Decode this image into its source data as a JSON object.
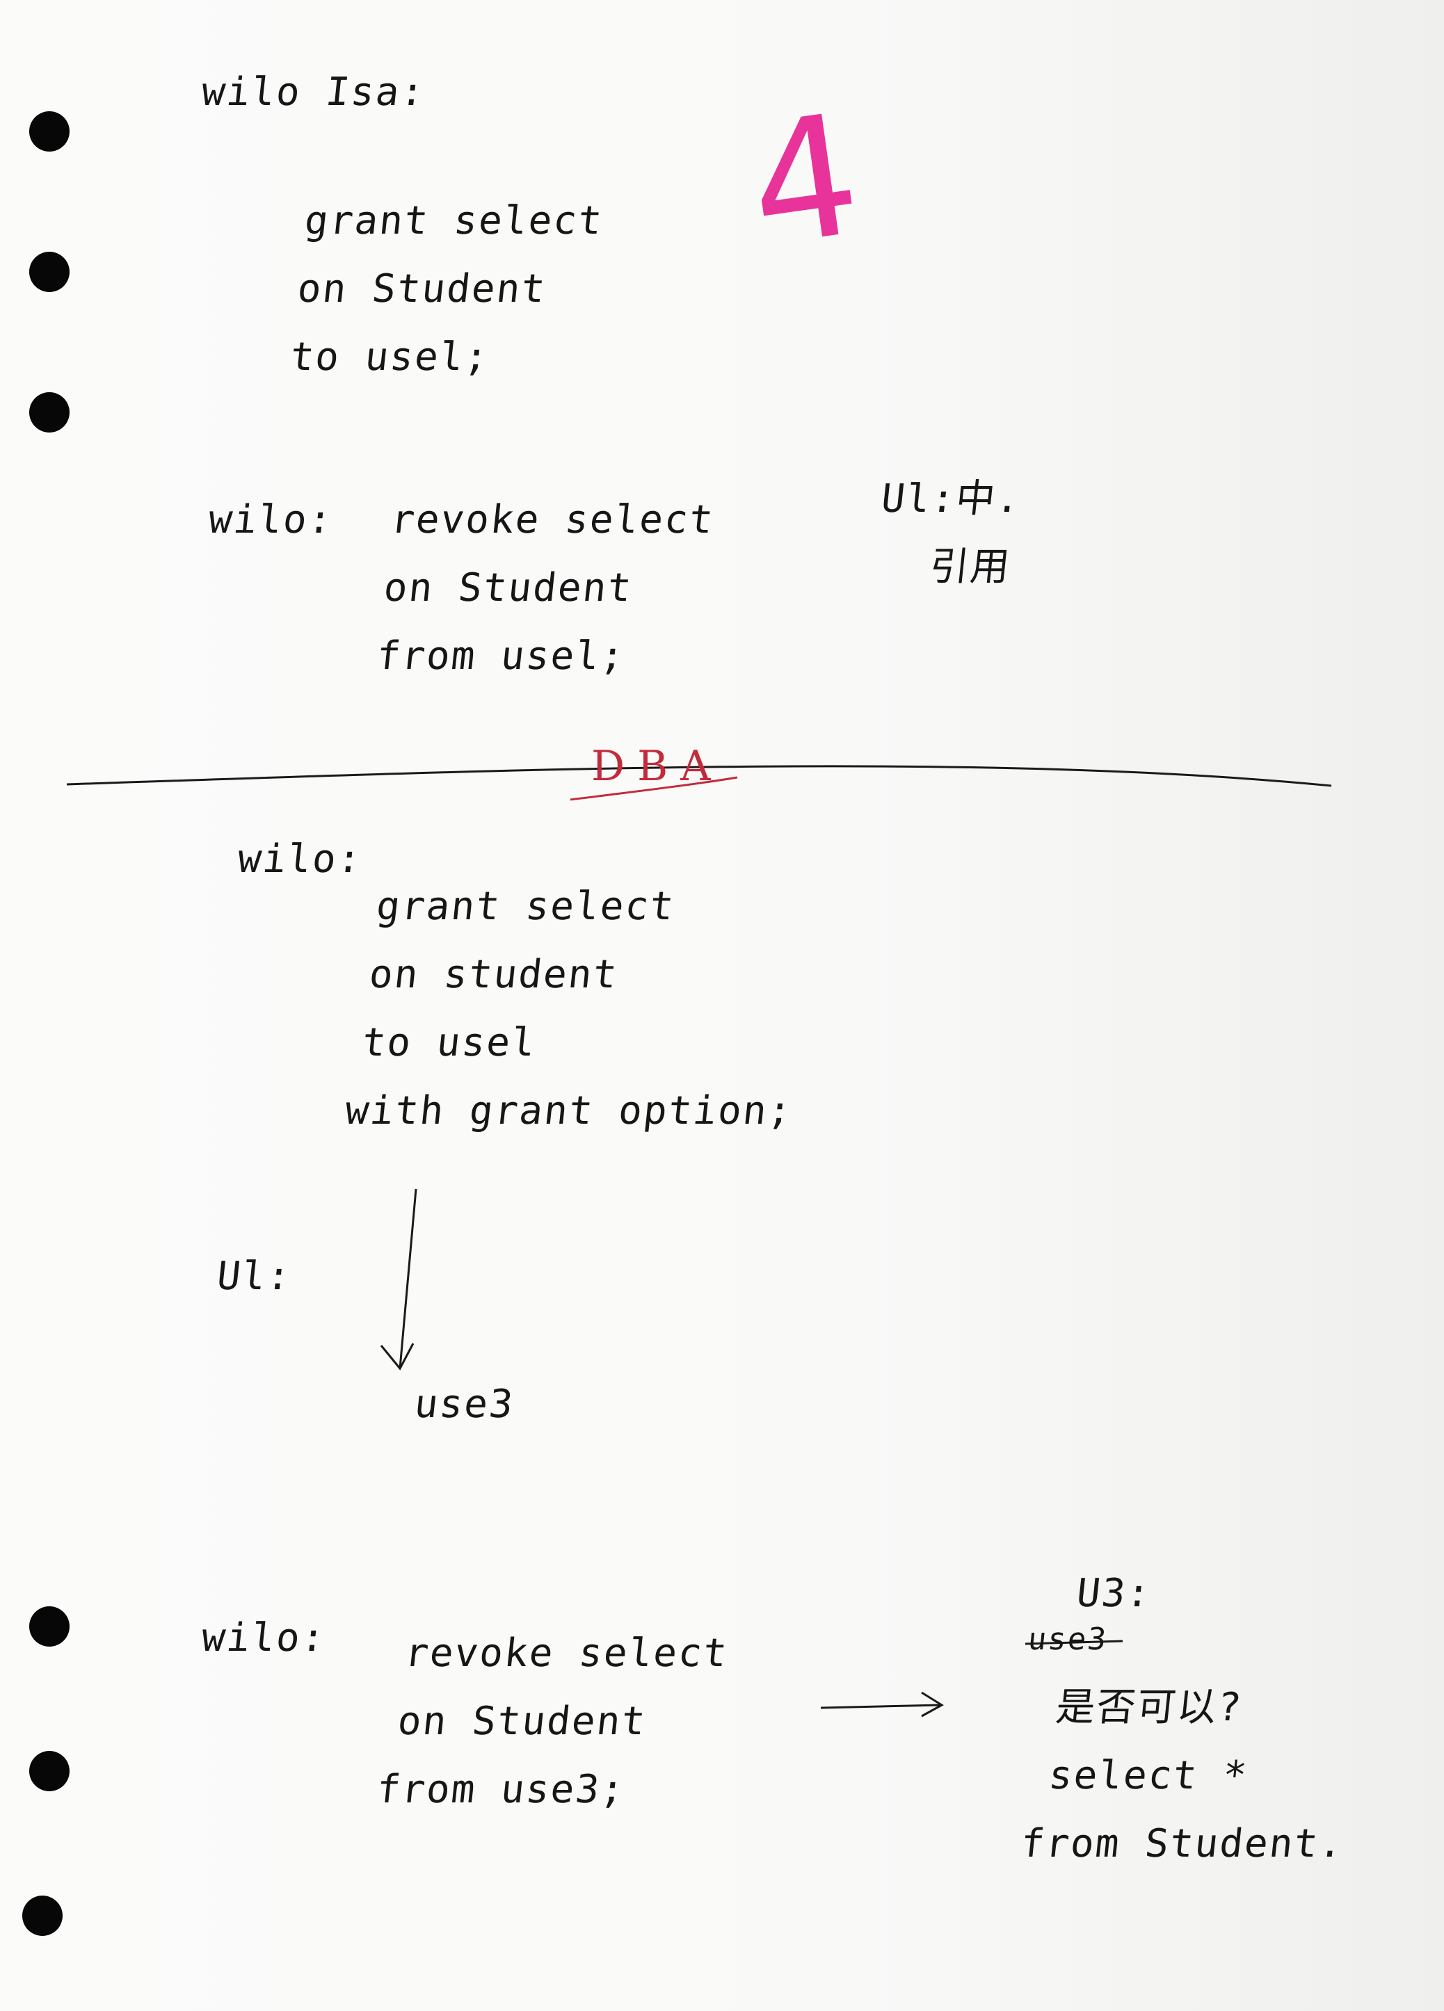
{
  "top_section": {
    "label": "wilo Isa:",
    "statement": [
      "grant select",
      "on Student",
      "to usel;"
    ]
  },
  "page_number": "4",
  "revoke_1": {
    "label": "wilo:",
    "statement": [
      "revoke select",
      "on Student",
      "from usel;"
    ]
  },
  "note_1": [
    "Ul:中.",
    "引用"
  ],
  "separator_label": "DBA",
  "bottom_section": {
    "label": "wilo:",
    "statement": [
      "grant select",
      "on student",
      "to usel",
      "with grant option;"
    ]
  },
  "u1_label": "Ul:",
  "use3_label": "use3",
  "revoke_2": {
    "label": "wilo:",
    "statement": [
      "revoke select",
      "on Student",
      "from use3;"
    ]
  },
  "note_2": {
    "title": "U3:",
    "struck": "use3",
    "lines": [
      "是否可以?",
      "select *",
      "from Student."
    ]
  },
  "colors": {
    "ink": "#161616",
    "pink": "#e8349a",
    "dba_red": "#c32a3c",
    "holes": "#070707"
  }
}
